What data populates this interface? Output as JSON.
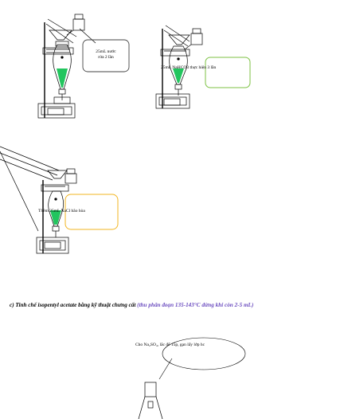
{
  "diagram1": {
    "label_line1": "25mL nước",
    "label_line2": "rửa 2 lần"
  },
  "diagram2": {
    "label": "25mL NaHCO3 thực hiện 3 lần"
  },
  "diagram3": {
    "label": "Thêm 25mL NaCl bão hòa"
  },
  "heading": {
    "part1": "c) Tinh chế isopentyl acetate bằng kỹ thuật chưng cất ",
    "part2": "(thu phân đoạn 135-143°C dừng khi còn 2-5 mL)"
  },
  "diagram4": {
    "label": "Cho Na₂SO₄, lắc để 15p, gạn lấy lớp hc"
  },
  "colors": {
    "liquid": "#22c55e",
    "box1": "#444444",
    "box2": "#7cc243",
    "box3": "#f2b520",
    "heading_accent": "#6a4bbf"
  }
}
